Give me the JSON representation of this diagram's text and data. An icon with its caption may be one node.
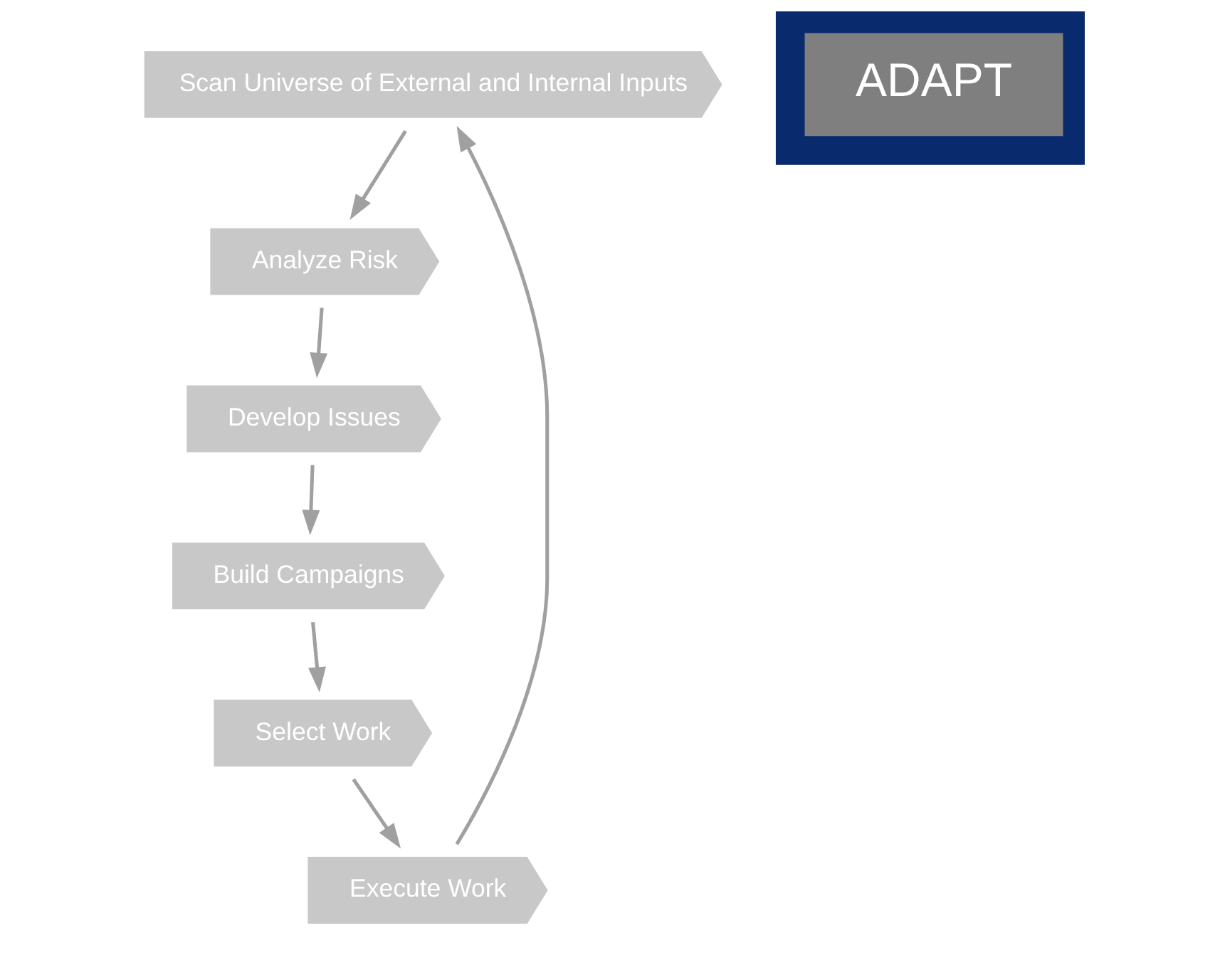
{
  "diagram": {
    "nodes": [
      {
        "text": [
          "Scan Universe of External and Internal Inputs"
        ]
      },
      {
        "text": [
          "Analyze Risk"
        ]
      },
      {
        "text": [
          "Develop Issues"
        ]
      },
      {
        "text": [
          "Build Campaigns"
        ]
      },
      {
        "text": [
          "Select Work"
        ]
      },
      {
        "text": [
          "Execute Work"
        ]
      },
      {
        "text": [
          "ADAPT"
        ]
      }
    ],
    "edges": [
      {
        "from": 0,
        "to": 1,
        "arrow": "to"
      },
      {
        "from": 1,
        "to": 2,
        "arrow": "to"
      },
      {
        "from": 2,
        "to": 3,
        "arrow": "to"
      },
      {
        "from": 3,
        "to": 4,
        "arrow": "to"
      },
      {
        "from": 4,
        "to": 5,
        "arrow": "to"
      },
      {
        "from": 5,
        "to": 0,
        "arrow": "to"
      }
    ]
  }
}
